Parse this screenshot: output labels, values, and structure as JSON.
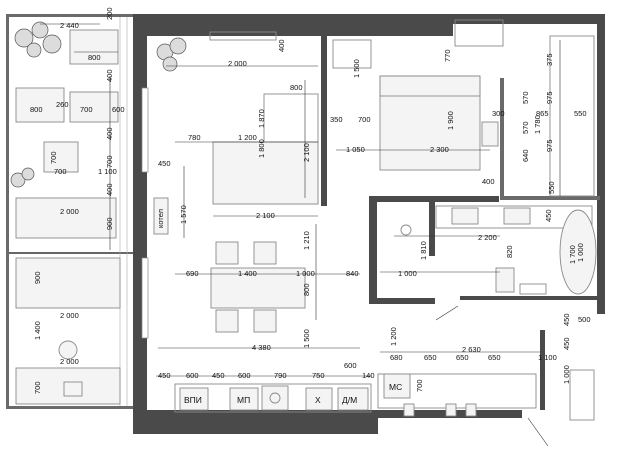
{
  "labels": {
    "kotel": "котел",
    "vpi": "ВПИ",
    "mp": "МП",
    "x": "Х",
    "dm": "Д/М",
    "ms": "МС"
  },
  "dims": {
    "d2440": "2 440",
    "d200": "200",
    "d800a": "800",
    "d400a": "400",
    "d260": "260",
    "d700a": "700",
    "d600a": "600",
    "d400b": "400",
    "d700b": "700",
    "d700c": "700",
    "d1100": "1 100",
    "d400c": "400",
    "d2000a": "2 000",
    "d900": "900",
    "d2000b": "2 000",
    "d1400a": "1 400",
    "d2000c": "2 000",
    "d700d": "700",
    "d450a": "450",
    "d2000d": "2 000",
    "d400d": "400",
    "d800b": "800",
    "d1870": "1 870",
    "d1200a": "1 200",
    "d780": "780",
    "d1800": "1 800",
    "d2100a": "2 100",
    "d1570": "1 570",
    "d2100b": "2 100",
    "d1210": "1 210",
    "d690": "690",
    "d1400b": "1 400",
    "d1000a": "1 000",
    "d840": "840",
    "d800c": "800",
    "d1500a": "1 500",
    "d4380": "4 380",
    "d450b": "450",
    "d600b": "600",
    "d450c": "450",
    "d600c": "600",
    "d790": "790",
    "d750": "750",
    "d600d": "600",
    "d140": "140",
    "d1500b": "1 500",
    "d770": "770",
    "d375": "375",
    "d570a": "570",
    "d975a": "975",
    "d350": "350",
    "d700e": "700",
    "d1900": "1 900",
    "d300": "300",
    "d865": "865",
    "d550a": "550",
    "d570b": "570",
    "d1780": "1 780",
    "d640": "640",
    "d975b": "975",
    "d1050": "1 050",
    "d2300": "2 300",
    "d400e": "400",
    "d550b": "550",
    "d450d": "450",
    "d2200": "2 200",
    "d1810": "1 810",
    "d820": "820",
    "d1700": "1 700",
    "d1000b": "1 000",
    "d1000c": "1 000",
    "d1200b": "1 200",
    "d2630": "2 630",
    "d680": "680",
    "d650a": "650",
    "d650b": "650",
    "d650c": "650",
    "d1100b": "1 100",
    "d450e": "450",
    "d500": "500",
    "d450f": "450",
    "d1000d": "1 000",
    "d700f": "700"
  }
}
